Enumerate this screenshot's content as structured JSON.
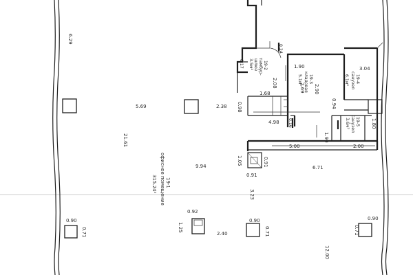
{
  "dimensions": {
    "d_629": "6.29",
    "d_569": "5.69",
    "d_238": "2.38",
    "d_2161": "21.61",
    "d_994": "9.94",
    "d_498": "4.98",
    "d_500": "5.00",
    "d_671": "6.71",
    "d_168": "1.68",
    "d_098": "0.98",
    "d_190a": "1.90",
    "d_208": "2.08",
    "d_269": "2.69",
    "d_290": "2.90",
    "d_094": "0.94",
    "d_304": "3.04",
    "d_180": "1.80",
    "d_190b": "1.90",
    "d_200": "2.00",
    "d_016": "0.16",
    "d_024": "0.24",
    "d_017": "0.17",
    "d_105": "1.05",
    "d_091a": "0.91",
    "d_091b": "0.91",
    "d_323": "3.23",
    "d_090a": "0.90",
    "d_071a": "0.71",
    "d_092": "0.92",
    "d_125": "1.25",
    "d_240": "2.40",
    "d_090b": "0.90",
    "d_071b": "0.71",
    "d_090c": "0.90",
    "d_071c": "0.71",
    "d_1200": "12.00"
  },
  "rooms": {
    "r1_num": "19-1",
    "r1_name": "офисное помещение",
    "r1_area": "315.24²",
    "r2_num": "19-2",
    "r2_name": "тамбур-",
    "r2_name2": "шлюз",
    "r2_area": "3.5м²",
    "r3_num": "19-3",
    "r3_name": "кладовая",
    "r3_area": "5.1м²",
    "r4_num": "19-4",
    "r4_name": "санузел",
    "r4_area": "6.1м²",
    "r5_num": "19-5",
    "r5_name": "санузел",
    "r5_area": "3.6м²"
  }
}
